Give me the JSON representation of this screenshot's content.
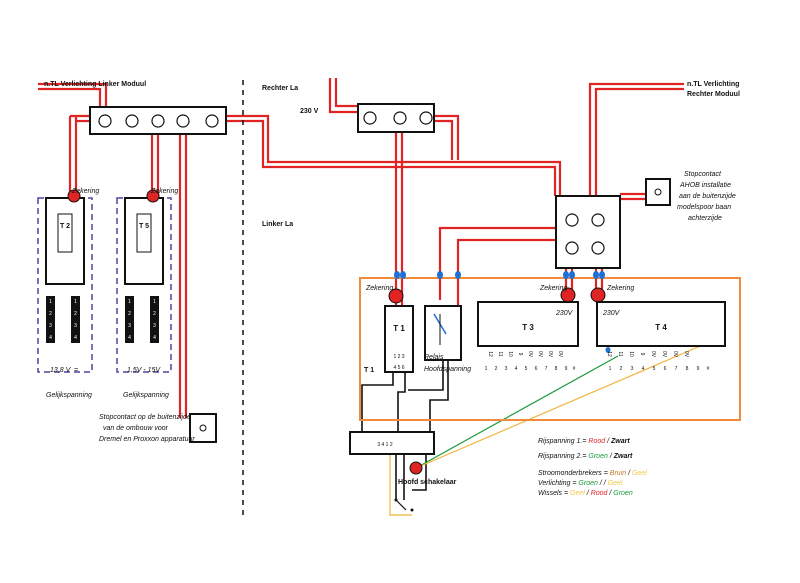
{
  "labels": {
    "ntl_left": "n.TL Verlichting Linker Moduul",
    "ntl_right_1": "n.TL Verlichting",
    "ntl_right_2": "Rechter Moduul",
    "rechter_la": "Rechter La",
    "linker_la": "Linker La",
    "v230_top": "230 V",
    "stopcontact_ahob_1": "Stopcontact",
    "stopcontact_ahob_2": "AHOB installatie",
    "stopcontact_ahob_3": "aan de buitenzijde",
    "stopcontact_ahob_4": "modelspoor baan",
    "stopcontact_ahob_5": "achterzijde",
    "stopcontact_dremel_1": "Stopcontact op de buitenzijde",
    "stopcontact_dremel_2": "van de ombouw voor",
    "stopcontact_dremel_3": "Dremel en Proxxon apparatuur",
    "zekering": "Zekering",
    "t2": "T 2",
    "t5": "T 5",
    "v13_8": "13,8 V",
    "v1_5_15": "1,5V - 15V",
    "gelijkspanning": "Gelijkspanning",
    "t1": "T 1",
    "t1_side": "T 1",
    "t3": "T 3",
    "t4": "T 4",
    "v230_t3": "230V",
    "v230_t4": "230V",
    "relais": "Relais",
    "hoofdspanning": "Hoofdspanning",
    "hoofd_schakelaar": "Hoofd schakelaar",
    "switch_terms": "3  4  1  2",
    "t1_terms": "1  2  3",
    "t1_bottom_terms": "4  5  6",
    "equals": "="
  },
  "terminals": {
    "block_numbers": [
      "1",
      "2",
      "3",
      "4"
    ],
    "t3_top": [
      "12",
      "11",
      "10",
      "9",
      "0V",
      "0V",
      "0V",
      "0V"
    ],
    "t3_bottom": [
      "1",
      "2",
      "3",
      "4",
      "5",
      "6",
      "7",
      "8",
      "9",
      "#"
    ],
    "t4_top": [
      "12",
      "11",
      "10",
      "9",
      "0V",
      "0V",
      "0V",
      "0V"
    ],
    "t4_bottom": [
      "1",
      "2",
      "3",
      "4",
      "5",
      "6",
      "7",
      "8",
      "9",
      "#"
    ]
  },
  "legend": {
    "rij1_prefix": "Rijspanning 1.=",
    "rij1_a": "Rood",
    "rij1_sep": " / ",
    "rij1_b": "Zwart",
    "rij2_prefix": "Rijspanning 2.=",
    "rij2_a": "Groen",
    "rij2_sep": " / ",
    "rij2_b": "Zwart",
    "stroom_prefix": "Stroomonderbrekers =",
    "stroom_a": "Bruin",
    "stroom_sep": " / ",
    "stroom_b": "Geel",
    "verl_prefix": "Verlichting =",
    "verl_a": "Groen",
    "verl_sep": " /     / ",
    "verl_b": "Geel",
    "wiss_prefix": "Wissels =",
    "wiss_a": "Geel",
    "wiss_sep1": " / ",
    "wiss_b": "Rood",
    "wiss_sep2": " / ",
    "wiss_c": "Groen"
  },
  "colors": {
    "red_wire": "#e02424",
    "black_wire": "#111111",
    "purple_dash": "#5a3fa0",
    "orange_frame": "#f08a3c",
    "blue_connector": "#1e6fd6",
    "green_wire": "#1a9a3a",
    "yellow_wire": "#f2b33a",
    "red_text": "#e02424",
    "green_text": "#1a9a3a",
    "brown_text": "#c87a2a",
    "yellow_text": "#f2c84a"
  }
}
